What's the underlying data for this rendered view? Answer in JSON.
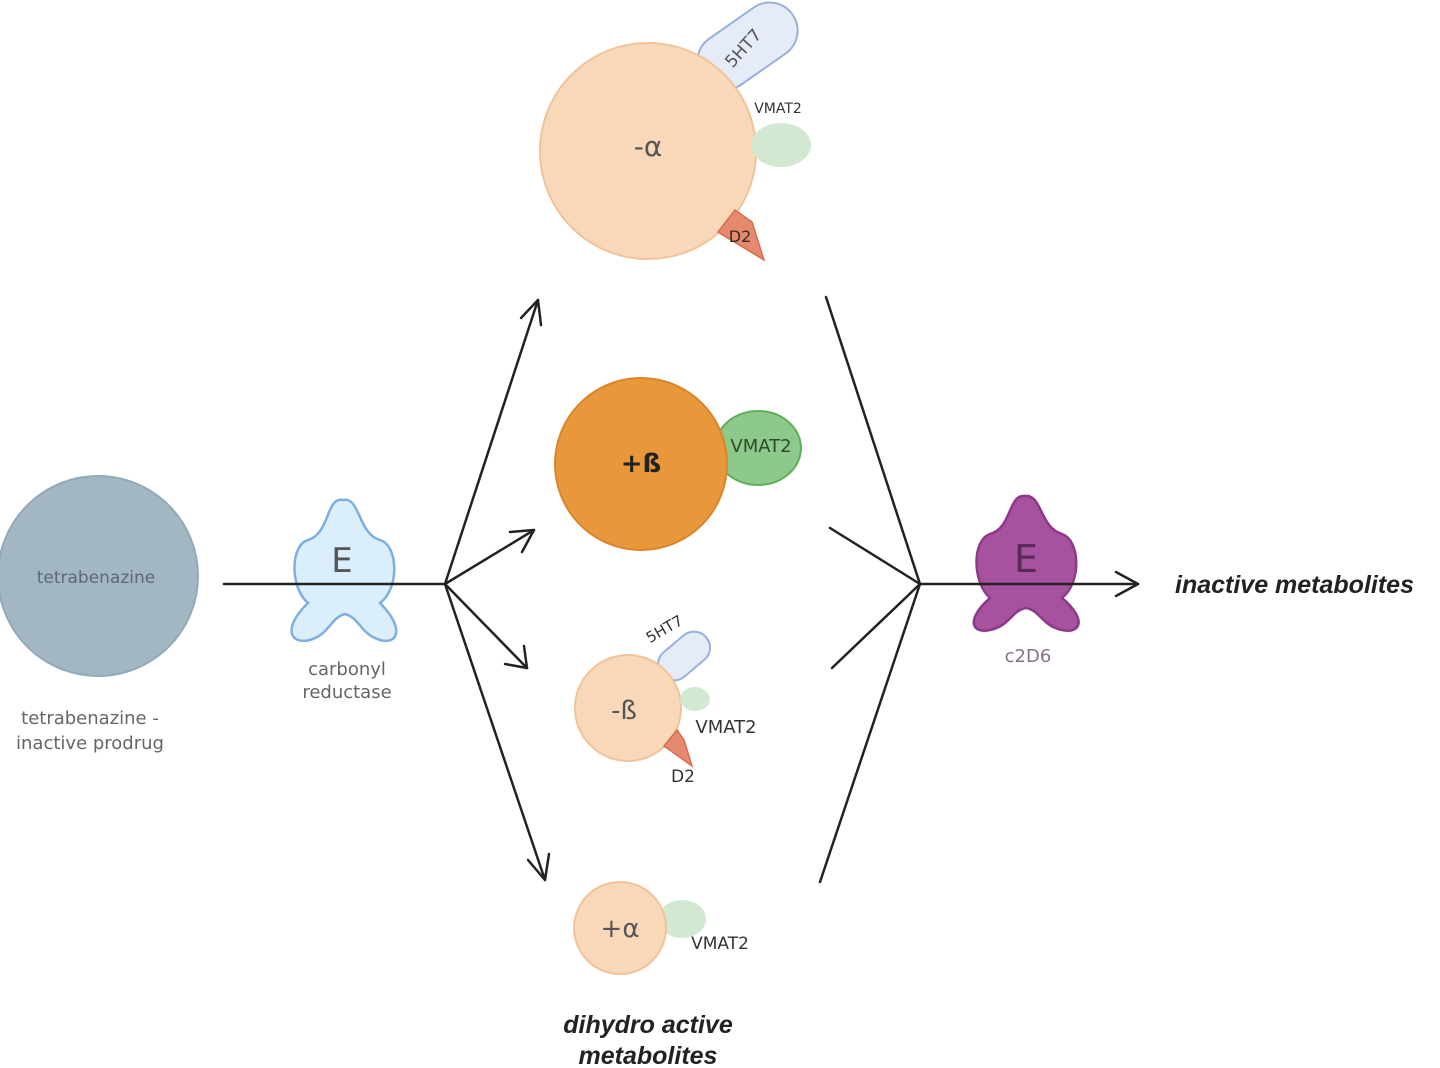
{
  "colors": {
    "tetrabenazine_fill": "#a3b7c3",
    "tetrabenazine_stroke": "#92a9b9",
    "enzyme1_fill": "#dbeefc",
    "enzyme1_stroke": "#7fafe0",
    "enzyme2_fill": "#a6529f",
    "enzyme2_stroke": "#8c3a88",
    "metabolite_fill": "#f8d8b8",
    "metabolite_stroke": "#f0c39a",
    "beta_plus_fill": "#e8973a",
    "beta_plus_stroke": "#d9852a",
    "vmat2_fill": "#d3e8d0",
    "vmat2_strong_fill": "#8cc98a",
    "vmat2_strong_stroke": "#5fae5c",
    "sht7_fill": "#e6ecf7",
    "sht7_stroke": "#98b0dc",
    "d2_fill": "#e58a6e",
    "d2_stroke": "#d46d50",
    "line": "#222222",
    "label_gray": "#666666"
  },
  "prodrug": {
    "name": "tetrabenazine",
    "caption_line1": "tetrabenazine -",
    "caption_line2": "inactive prodrug"
  },
  "enzyme1": {
    "letter": "E",
    "caption_line1": "carbonyl",
    "caption_line2": "reductase"
  },
  "enzyme2": {
    "letter": "E",
    "caption": "c2D6"
  },
  "metabolites": {
    "alpha_minus": {
      "label": "-α",
      "sht7": "5HT7",
      "vmat2": "VMAT2",
      "d2": "D2"
    },
    "beta_plus": {
      "label": "+ß",
      "vmat2": "VMAT2"
    },
    "beta_minus": {
      "label": "-ß",
      "sht7": "5HT7",
      "vmat2": "VMAT2",
      "d2": "D2"
    },
    "alpha_plus": {
      "label": "+α",
      "vmat2": "VMAT2"
    }
  },
  "captions": {
    "active_line1": "dihydro active",
    "active_line2": "metabolites",
    "inactive": "inactive metabolites"
  }
}
